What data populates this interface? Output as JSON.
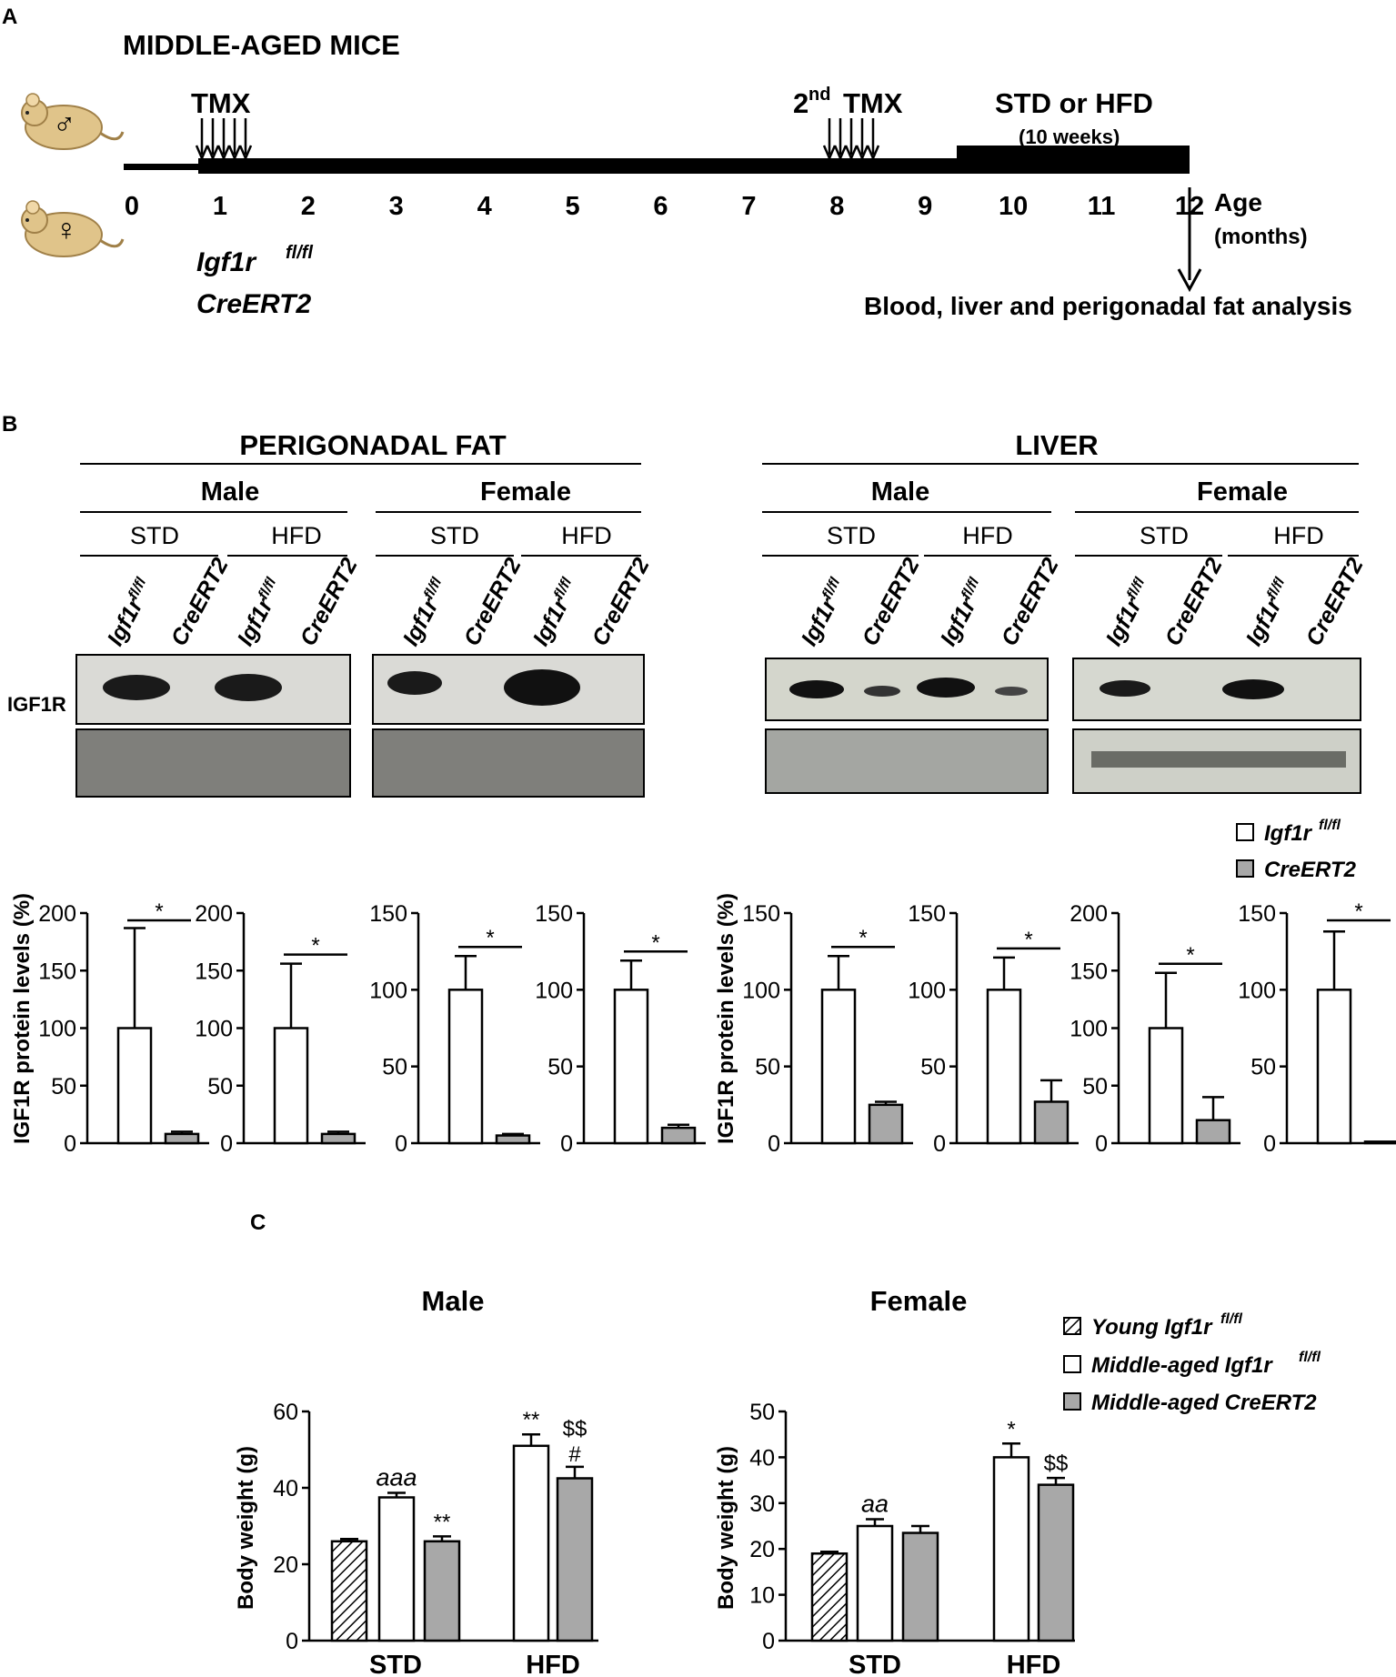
{
  "panel_labels": [
    "A",
    "B",
    "C"
  ],
  "panel_a": {
    "title": "MIDDLE-AGED MICE",
    "tmx1": "TMX",
    "tmx2_sup": "nd",
    "tmx2_pre": "2",
    "tmx2": "TMX",
    "diet": "STD or HFD",
    "diet_duration": "(10 weeks)",
    "ticks": [
      "0",
      "1",
      "2",
      "3",
      "4",
      "5",
      "6",
      "7",
      "8",
      "9",
      "10",
      "11",
      "12"
    ],
    "age_label": "Age",
    "age_unit": "(months)",
    "genotype1": "Igf1r",
    "genotype1_sup": "fl/fl",
    "genotype2": "CreERT2",
    "analysis": "Blood, liver and perigonadal fat analysis",
    "male_symbol": "♂",
    "female_symbol": "♀",
    "mouse_icon": "mouse-icon"
  },
  "panel_b": {
    "tissues": [
      {
        "name": "PERIGONADAL FAT",
        "sexes": [
          {
            "name": "Male",
            "diets": [
              "STD",
              "HFD"
            ]
          },
          {
            "name": "Female",
            "diets": [
              "STD",
              "HFD"
            ]
          }
        ]
      },
      {
        "name": "LIVER",
        "sexes": [
          {
            "name": "Male",
            "diets": [
              "STD",
              "HFD"
            ]
          },
          {
            "name": "Female",
            "diets": [
              "STD",
              "HFD"
            ]
          }
        ]
      }
    ],
    "lane_labels": [
      "Igf1r",
      "CreERT2"
    ],
    "lane_sup": "fl/fl",
    "blot_label": "IGF1R",
    "ylabel": "IGF1R protein levels (%)",
    "legend": [
      {
        "label": "Igf1r",
        "sup": "fl/fl",
        "fill": "#ffffff"
      },
      {
        "label": "CreERT2",
        "sup": "",
        "fill": "#a8a8a8"
      }
    ],
    "significance": "*"
  },
  "panel_c": {
    "legend": [
      {
        "label": "Young Igf1r",
        "sup": "fl/fl",
        "pattern": "hatch"
      },
      {
        "label": "Middle-aged Igf1r",
        "sup": "fl/fl",
        "pattern": "white"
      },
      {
        "label": "Middle-aged CreERT2",
        "sup": "",
        "pattern": "gray"
      }
    ]
  },
  "colors": {
    "white_bar": "#ffffff",
    "gray_bar": "#a8a8a8",
    "axis": "#000000"
  },
  "chart_data": [
    {
      "type": "bar",
      "panel": "B",
      "title": "",
      "categories": [
        "Igf1r fl/fl",
        "CreERT2"
      ],
      "values": [
        100,
        8
      ],
      "errors": [
        87,
        2
      ],
      "ylim": [
        0,
        200
      ],
      "yticks": [
        0,
        50,
        100,
        150,
        200
      ],
      "ylabel": "IGF1R protein levels (%)",
      "annotation": "*"
    },
    {
      "type": "bar",
      "panel": "B",
      "title": "",
      "categories": [
        "Igf1r fl/fl",
        "CreERT2"
      ],
      "values": [
        100,
        8
      ],
      "errors": [
        56,
        2
      ],
      "ylim": [
        0,
        200
      ],
      "yticks": [
        0,
        50,
        100,
        150,
        200
      ],
      "ylabel": "",
      "annotation": "*"
    },
    {
      "type": "bar",
      "panel": "B",
      "title": "",
      "categories": [
        "Igf1r fl/fl",
        "CreERT2"
      ],
      "values": [
        100,
        5
      ],
      "errors": [
        22,
        1
      ],
      "ylim": [
        0,
        150
      ],
      "yticks": [
        0,
        50,
        100,
        150
      ],
      "ylabel": "",
      "annotation": "*"
    },
    {
      "type": "bar",
      "panel": "B",
      "title": "",
      "categories": [
        "Igf1r fl/fl",
        "CreERT2"
      ],
      "values": [
        100,
        10
      ],
      "errors": [
        19,
        2
      ],
      "ylim": [
        0,
        150
      ],
      "yticks": [
        0,
        50,
        100,
        150
      ],
      "ylabel": "",
      "annotation": "*"
    },
    {
      "type": "bar",
      "panel": "B",
      "title": "",
      "categories": [
        "Igf1r fl/fl",
        "CreERT2"
      ],
      "values": [
        100,
        25
      ],
      "errors": [
        22,
        2
      ],
      "ylim": [
        0,
        150
      ],
      "yticks": [
        0,
        50,
        100,
        150
      ],
      "ylabel": "IGF1R protein levels (%)",
      "annotation": "*"
    },
    {
      "type": "bar",
      "panel": "B",
      "title": "",
      "categories": [
        "Igf1r fl/fl",
        "CreERT2"
      ],
      "values": [
        100,
        27
      ],
      "errors": [
        21,
        14
      ],
      "ylim": [
        0,
        150
      ],
      "yticks": [
        0,
        50,
        100,
        150
      ],
      "ylabel": "",
      "annotation": "*"
    },
    {
      "type": "bar",
      "panel": "B",
      "title": "",
      "categories": [
        "Igf1r fl/fl",
        "CreERT2"
      ],
      "values": [
        100,
        20
      ],
      "errors": [
        48,
        20
      ],
      "ylim": [
        0,
        200
      ],
      "yticks": [
        0,
        50,
        100,
        150,
        200
      ],
      "ylabel": "",
      "annotation": "*"
    },
    {
      "type": "bar",
      "panel": "B",
      "title": "",
      "categories": [
        "Igf1r fl/fl",
        "CreERT2"
      ],
      "values": [
        100,
        1
      ],
      "errors": [
        38,
        0
      ],
      "ylim": [
        0,
        150
      ],
      "yticks": [
        0,
        50,
        100,
        150
      ],
      "ylabel": "",
      "annotation": "*"
    },
    {
      "type": "bar",
      "panel": "C",
      "title": "Male",
      "categories": [
        "STD",
        "HFD"
      ],
      "ylabel": "Body weight (g)",
      "ylim": [
        0,
        60
      ],
      "yticks": [
        0,
        20,
        40,
        60
      ],
      "series": [
        {
          "name": "Young Igf1r fl/fl",
          "values": [
            26,
            null
          ],
          "errors": [
            0.6,
            null
          ],
          "labels": [
            "",
            ""
          ]
        },
        {
          "name": "Middle-aged Igf1r fl/fl",
          "values": [
            37.5,
            51
          ],
          "errors": [
            1.2,
            3
          ],
          "labels": [
            "aaa",
            "**"
          ]
        },
        {
          "name": "Middle-aged CreERT2",
          "values": [
            26,
            42.5
          ],
          "errors": [
            1.3,
            3
          ],
          "labels": [
            "**",
            "$$ #"
          ]
        }
      ]
    },
    {
      "type": "bar",
      "panel": "C",
      "title": "Female",
      "categories": [
        "STD",
        "HFD"
      ],
      "ylabel": "Body weight (g)",
      "ylim": [
        0,
        50
      ],
      "yticks": [
        0,
        10,
        20,
        30,
        40,
        50
      ],
      "series": [
        {
          "name": "Young Igf1r fl/fl",
          "values": [
            19,
            null
          ],
          "errors": [
            0.4,
            null
          ],
          "labels": [
            "",
            ""
          ]
        },
        {
          "name": "Middle-aged Igf1r fl/fl",
          "values": [
            25,
            40
          ],
          "errors": [
            1.5,
            3
          ],
          "labels": [
            "aa",
            "*"
          ]
        },
        {
          "name": "Middle-aged CreERT2",
          "values": [
            23.5,
            34
          ],
          "errors": [
            1.5,
            1.5
          ],
          "labels": [
            "",
            "$$"
          ]
        }
      ]
    }
  ]
}
